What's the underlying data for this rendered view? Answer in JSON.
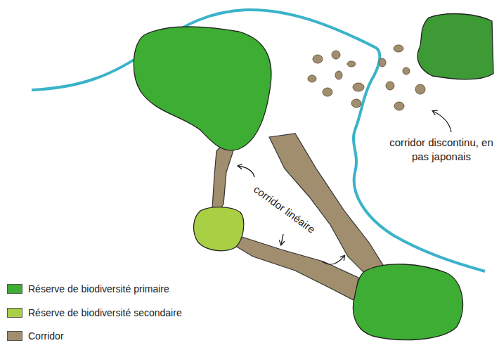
{
  "diagram": {
    "labels": [
      "corridor discontinu, en pas japonais",
      "corridor linéaire"
    ],
    "legend": [
      {
        "text": "Réserve de biodiversité primaire",
        "color": "#3dad33"
      },
      {
        "text": "Réserve de biodiversité secondaire",
        "color": "#a9cf45"
      },
      {
        "text": "Corridor",
        "color": "#a08e6e"
      }
    ]
  }
}
